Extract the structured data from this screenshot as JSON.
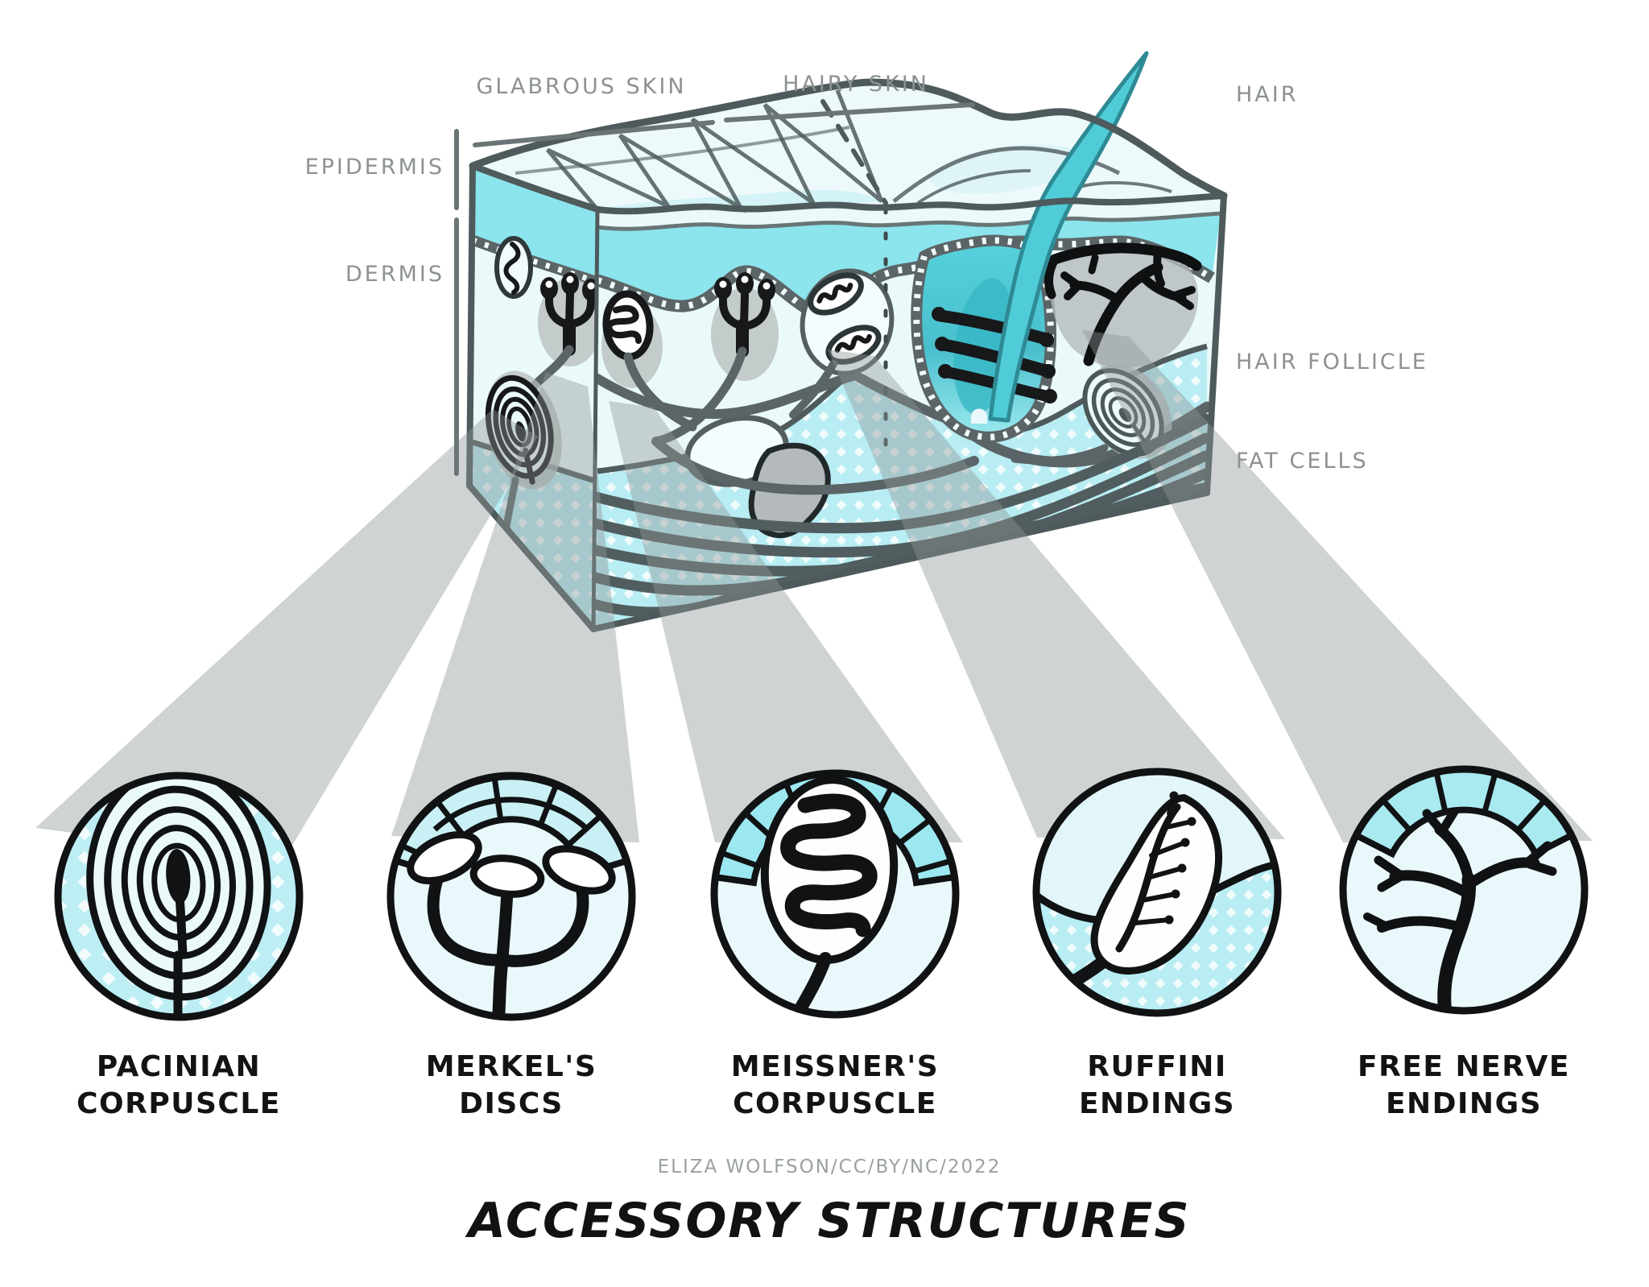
{
  "diagram": {
    "title": "ACCESSORY STRUCTURES",
    "credit": "ELIZA WOLFSON/CC/BY/NC/2022",
    "labels": {
      "glabrous": "GLABROUS SKIN",
      "hairy": "HAIRY SKIN",
      "hair": "HAIR",
      "epidermis": "EPIDERMIS",
      "dermis": "DERMIS",
      "hair_follicle": "HAIR FOLLICLE",
      "fat_cells": "FAT CELLS"
    },
    "receptors": [
      {
        "id": "pacinian-corpuscle",
        "line1": "PACINIAN",
        "line2": "CORPUSCLE"
      },
      {
        "id": "merkels-discs",
        "line1": "MERKEL'S",
        "line2": "DISCS"
      },
      {
        "id": "meissners-corpuscle",
        "line1": "MEISSNER'S",
        "line2": "CORPUSCLE"
      },
      {
        "id": "ruffini-endings",
        "line1": "RUFFINI",
        "line2": "ENDINGS"
      },
      {
        "id": "free-nerve-endings",
        "line1": "FREE NERVE",
        "line2": "ENDINGS"
      }
    ],
    "colors": {
      "epidermis_cyan": "#8ce4ec",
      "pale_face": "#eafafb",
      "fat_dots_base": "#b7edf3",
      "hair_teal": "#4fccd7",
      "outline_slate": "#4e5a5c",
      "nerve_gray": "#5b6567",
      "beam_gray": "#bdbdbd",
      "receptor_black": "#131313",
      "label_gray": "#8c9192"
    }
  }
}
